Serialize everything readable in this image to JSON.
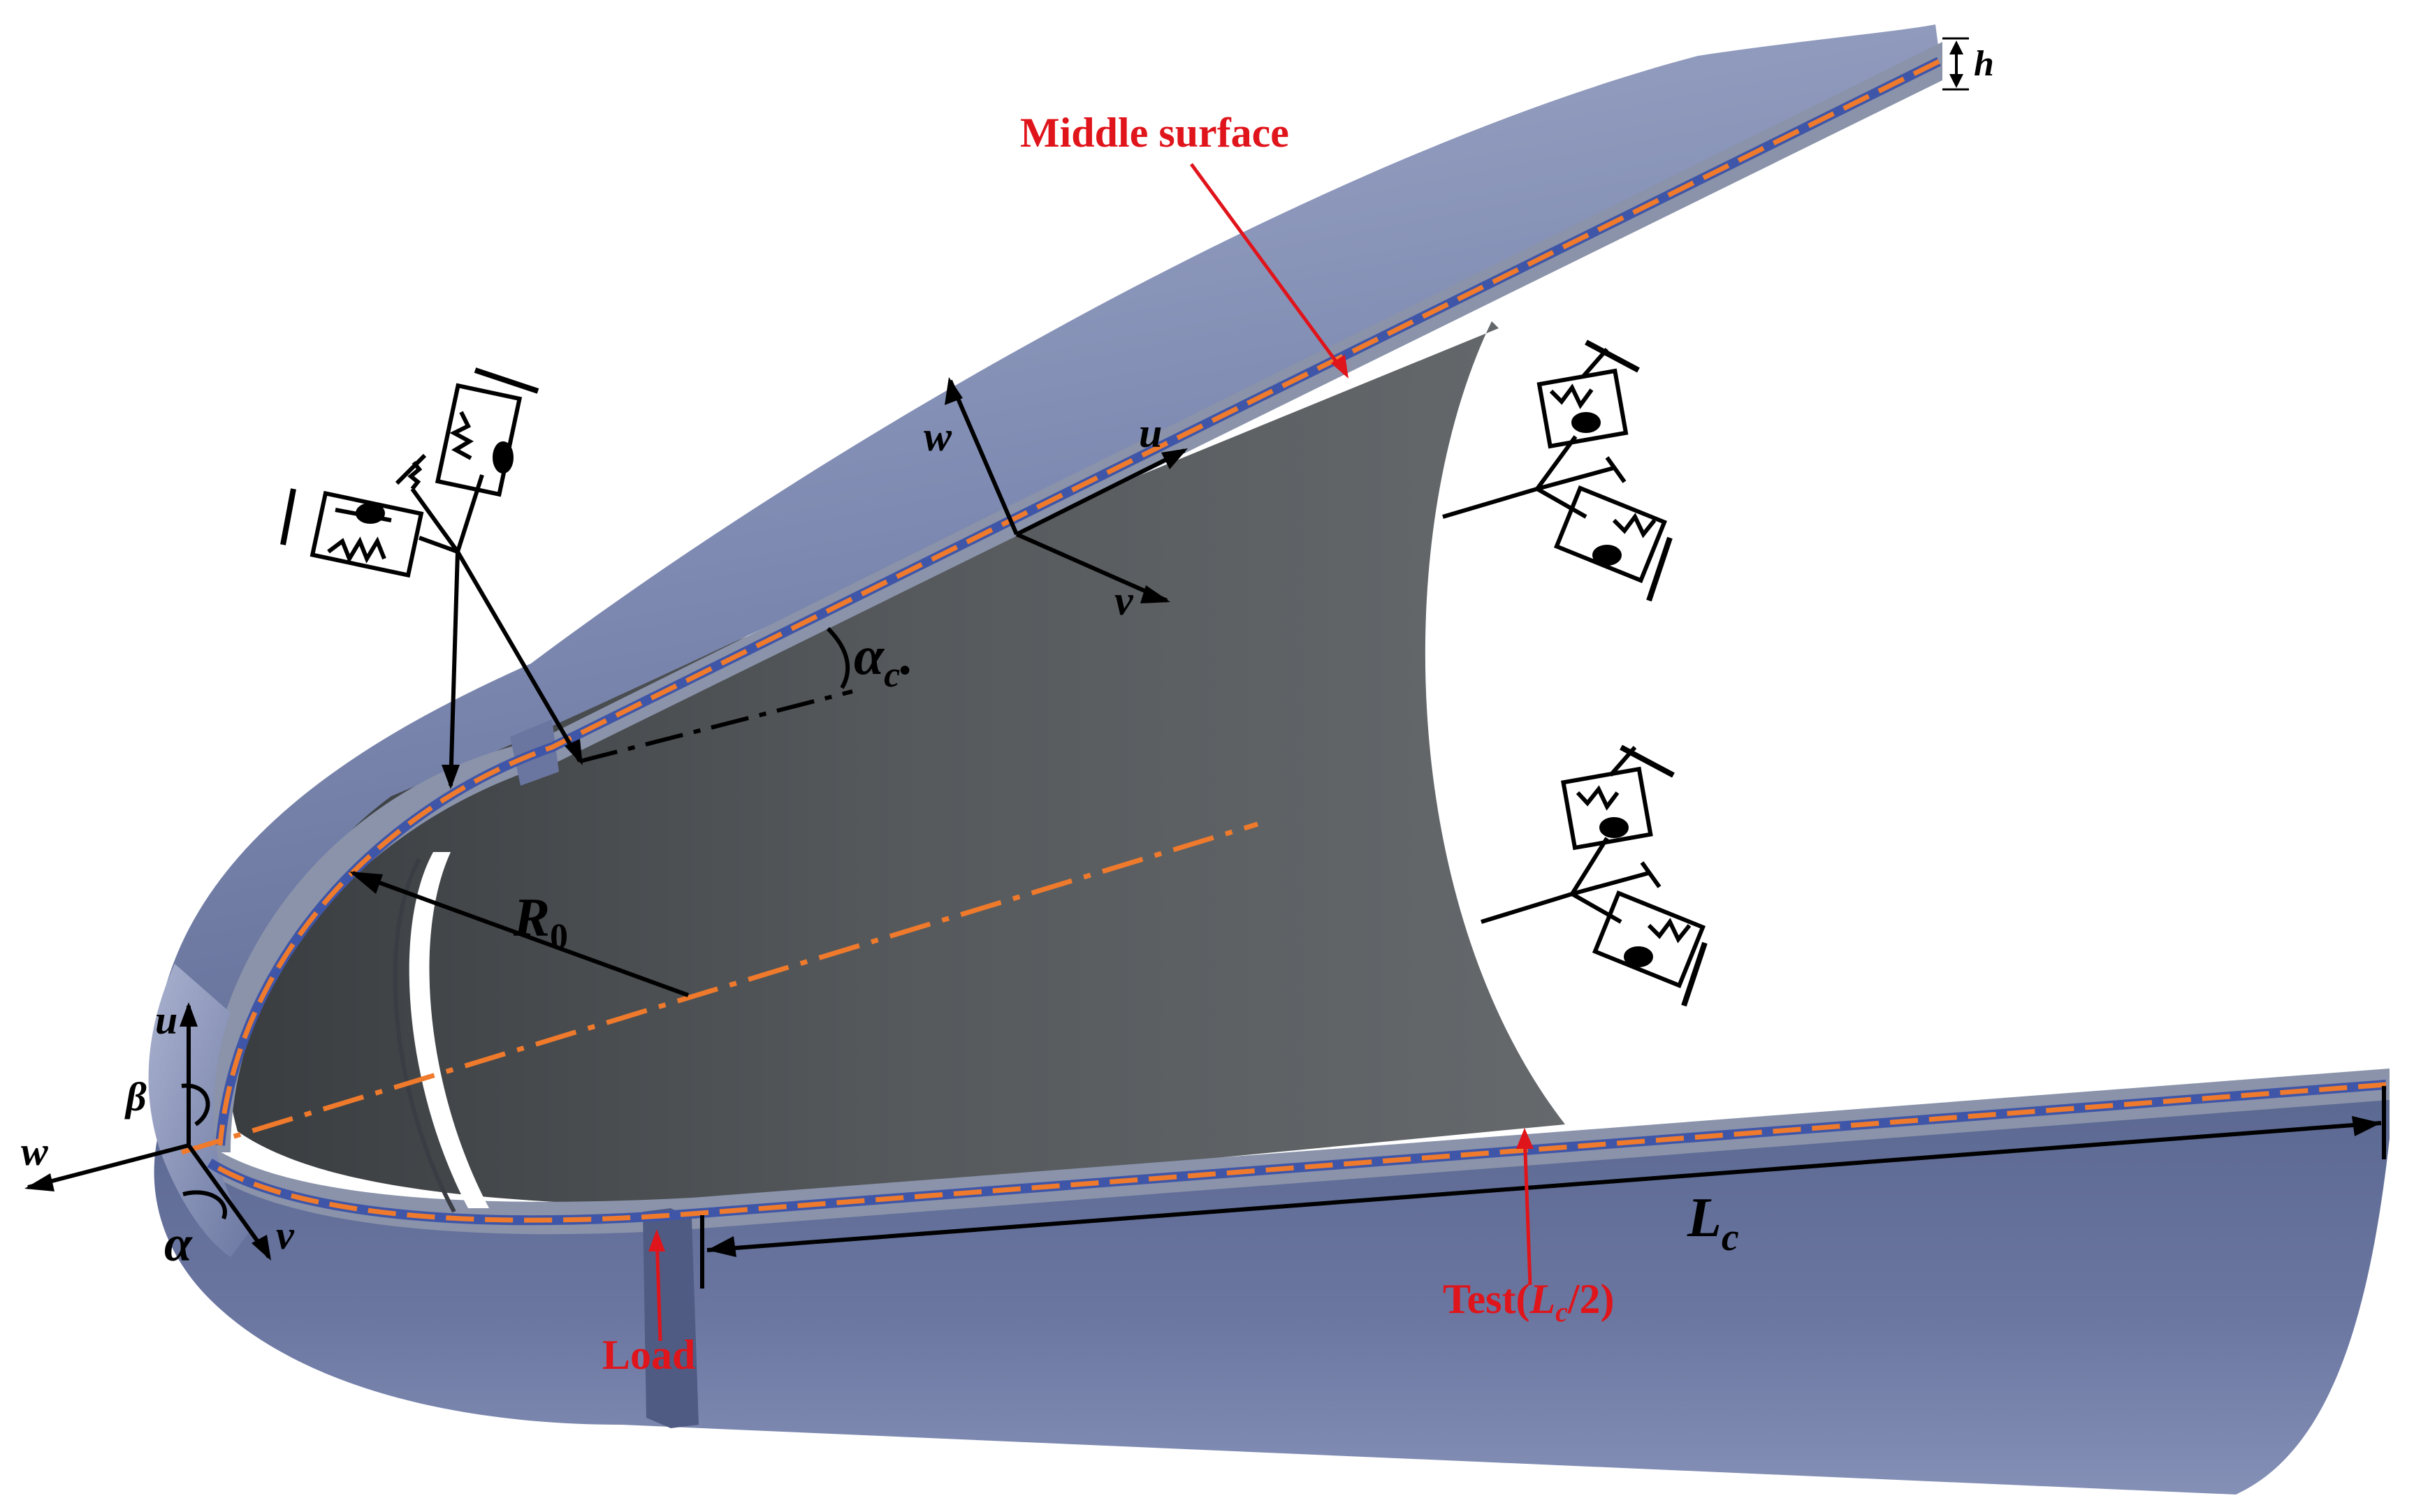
{
  "labels": {
    "middle_surface": "Middle surface",
    "h": "h",
    "load": "Load",
    "test_prefix": "Test(",
    "test_var": "L",
    "test_sub": "c",
    "test_suffix": "/2)",
    "Lc_main": "L",
    "Lc_sub": "c",
    "R0_main": "R",
    "R0_sub": "0",
    "alpha_c_main": "α",
    "alpha_c_sub": "c",
    "alpha_c_dot": ".",
    "frame_mid": {
      "u": "u",
      "v": "v",
      "w": "w"
    },
    "frame_apex": {
      "u": "u",
      "v": "v",
      "w": "w",
      "alpha": "α",
      "beta": "β"
    }
  },
  "colors": {
    "shell_outer": "#7f8bb2",
    "shell_dark": "#5d6a92",
    "shell_edge": "#9aa0ad",
    "interior": "#585d60",
    "middle_surface_line": "#f07a2c",
    "inner_blue": "#3f56a8",
    "annotation_red": "#e0141b",
    "ink": "#000000"
  },
  "icons": [
    "spring-damper-support-icon",
    "coordinate-frame-icon",
    "dimension-arrow-icon"
  ]
}
